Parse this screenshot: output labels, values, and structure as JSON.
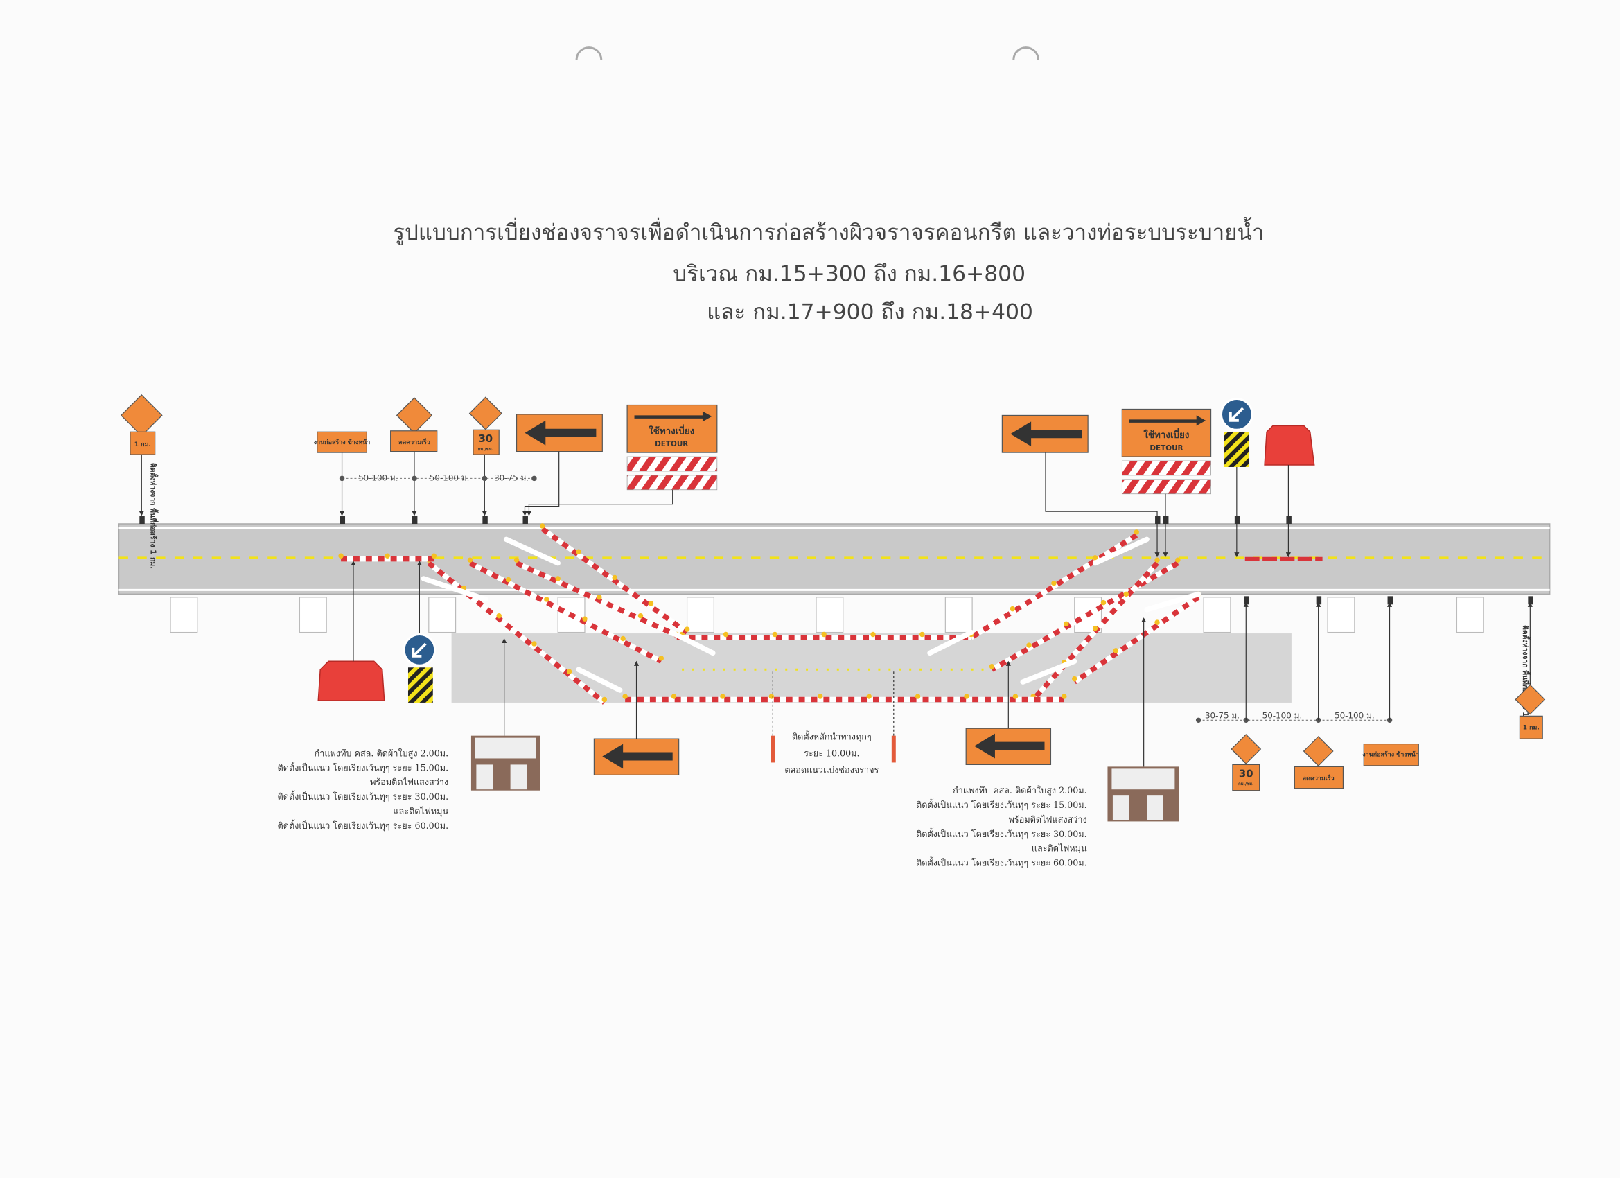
{
  "title": {
    "line1": "รูปแบบการเบี่ยงช่องจราจรเพื่อดำเนินการก่อสร้างผิวจราจรคอนกรีต และวางท่อระบบระบายน้ำ",
    "line2": "บริเวณ  กม.15+300 ถึง กม.16+800",
    "line3": "และ กม.17+900 ถึง กม.18+400"
  },
  "signs": {
    "distance_sign": "1 กม.",
    "install_distance": "ติดตั้งห่างจาก พื้นที่ก่อสร้าง 1 กม.",
    "construction_ahead": "งานก่อสร้าง ข้างหน้า",
    "reduce_speed": "ลดความเร็ว",
    "speed_limit": "30",
    "speed_unit": "กม./ชม.",
    "detour_th": "ใช้ทางเบี่ยง",
    "detour_en": "DETOUR"
  },
  "distances": {
    "d1": "50-100 ม.",
    "d2": "50-100 ม.",
    "d3": "30-75 ม."
  },
  "notes": {
    "barrier": [
      "กำแพงทึบ คสล. ติดผ้าใบสูง 2.00ม.",
      "ติดตั้งเป็นแนว โดยเรียงเว้นทุๆ ระยะ 15.00ม.",
      "พร้อมติดไฟแสงสว่าง",
      "ติดตั้งเป็นแนว โดยเรียงเว้นทุๆ ระยะ 30.00ม.",
      "และติดไฟหมุน",
      "ติดตั้งเป็นแนว โดยเรียงเว้นทุๆ ระยะ 60.00ม."
    ],
    "bollard": [
      "ติดตั้งหลักนำทางทุกๆ",
      "ระยะ 10.00ม.",
      "ตลอดแนวแบ่งช่องจราจร"
    ]
  },
  "colors": {
    "sign_orange": "#f08a3a",
    "barrier_red": "#e8403a",
    "road_gray": "#c9c9c9",
    "centerline_yellow": "#f2e21a",
    "keep_left_blue": "#2c5d8f"
  }
}
